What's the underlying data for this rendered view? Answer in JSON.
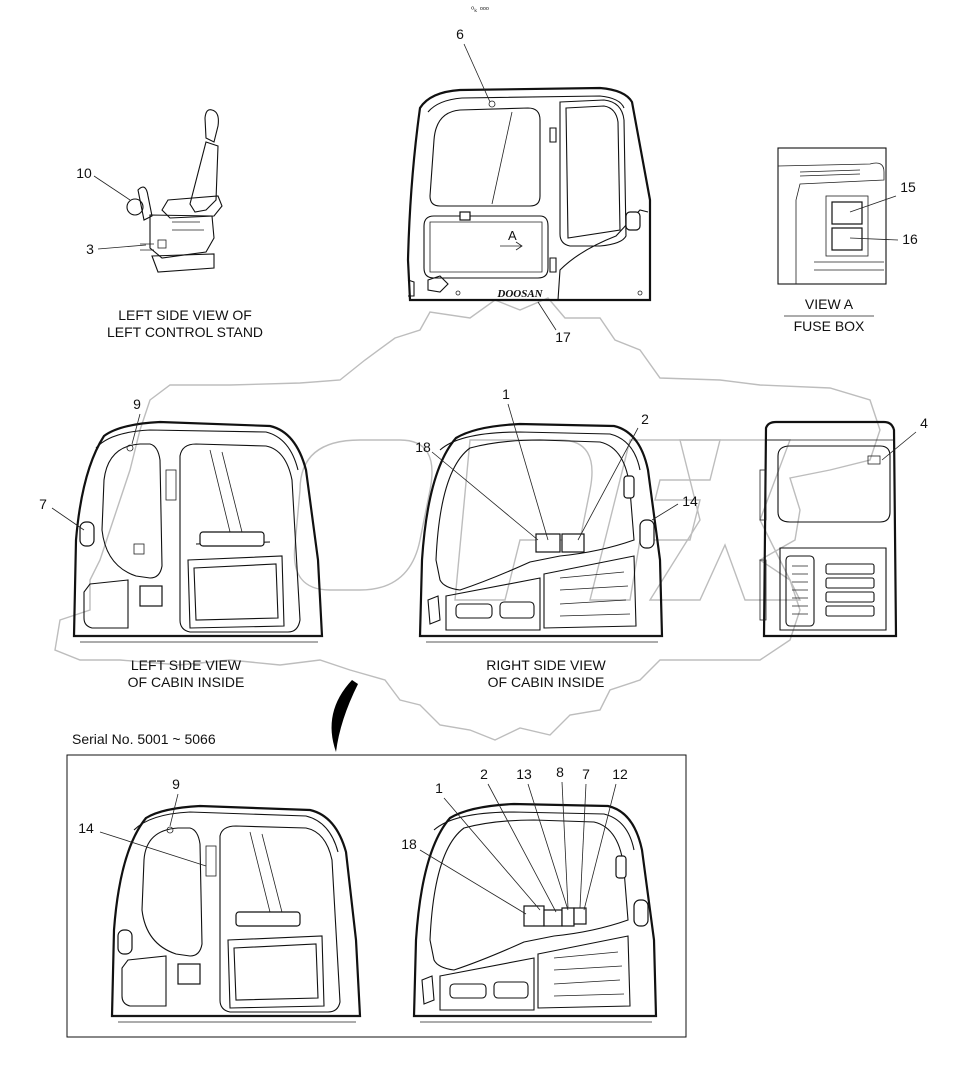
{
  "header_mark": "⁰ₖ ᵒᵒᵒ",
  "captions": {
    "left_control_stand_line1": "LEFT SIDE VIEW OF",
    "left_control_stand_line2": "LEFT CONTROL STAND",
    "view_a": "VIEW   A",
    "fuse_box": "FUSE BOX",
    "left_cabin_line1": "LEFT SIDE VIEW",
    "left_cabin_line2": "OF CABIN INSIDE",
    "right_cabin_line1": "RIGHT SIDE VIEW",
    "right_cabin_line2": "OF CABIN INSIDE",
    "serial": "Serial No. 5001 ~ 5066",
    "view_arrow_letter": "A",
    "brand_plate": "DOOSAN"
  },
  "callouts": {
    "c6": "6",
    "c10": "10",
    "c3": "3",
    "c17": "17",
    "c15": "15",
    "c16": "16",
    "c9": "9",
    "c7": "7",
    "c1": "1",
    "c2": "2",
    "c18": "18",
    "c14": "14",
    "c4": "4",
    "b9": "9",
    "b14": "14",
    "b1": "1",
    "b2": "2",
    "b13": "13",
    "b8": "8",
    "b7": "7",
    "b12": "12",
    "b18": "18"
  }
}
